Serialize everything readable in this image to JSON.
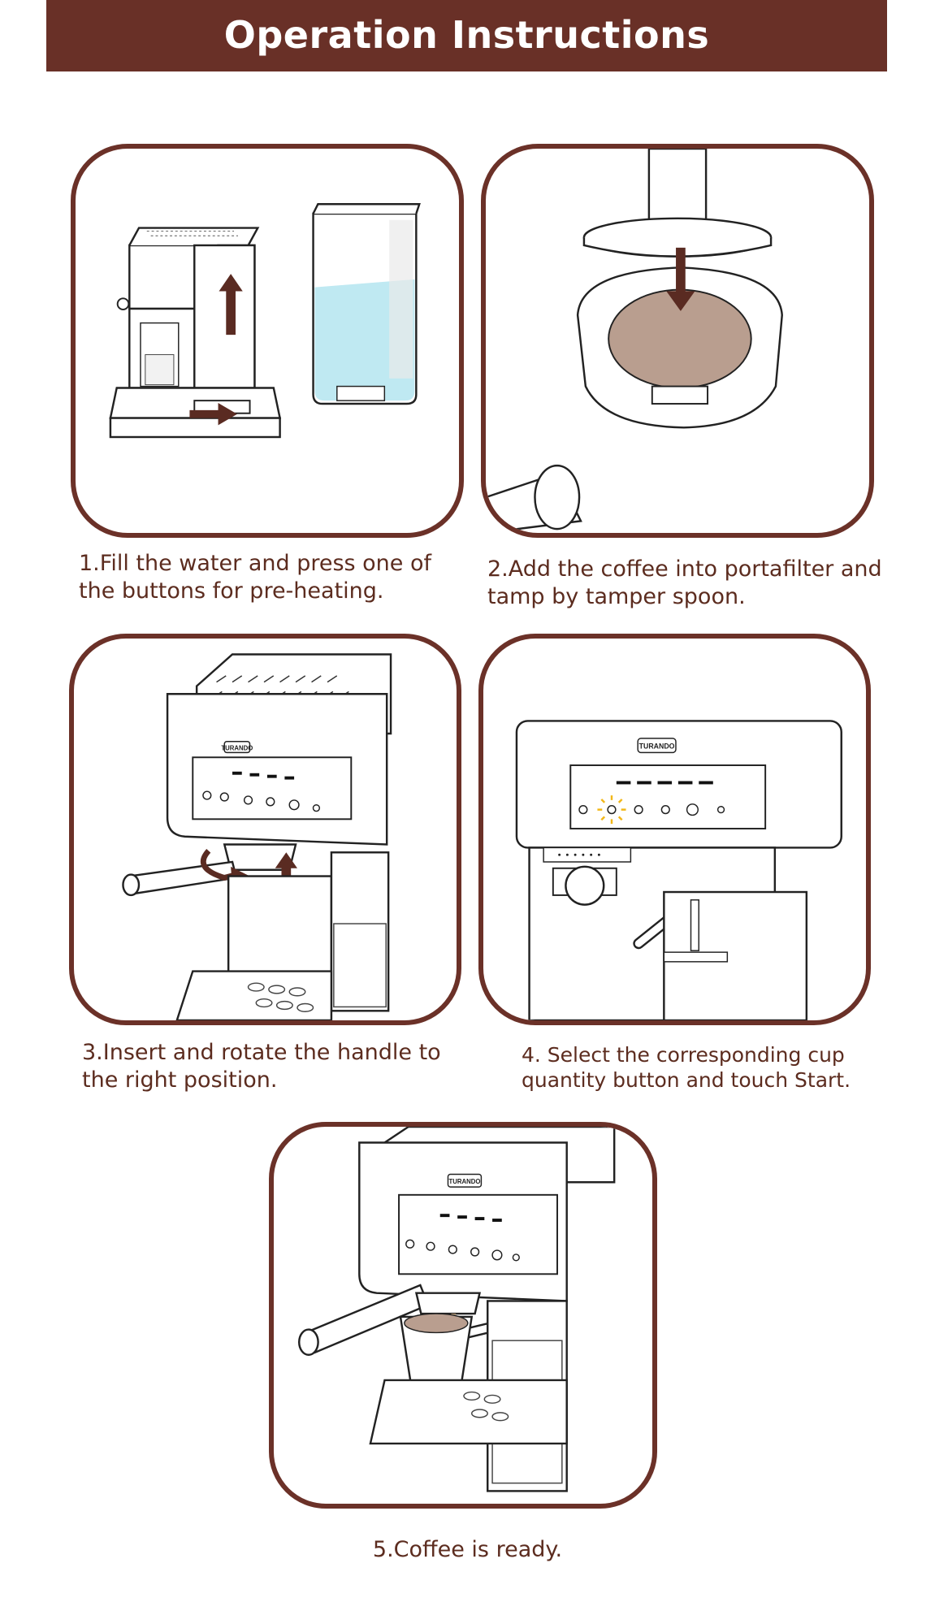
{
  "header": {
    "title": "Operation Instructions"
  },
  "steps": [
    {
      "caption_line1": "1.Fill the water and press one of",
      "caption_line2": "the buttons for pre-heating."
    },
    {
      "caption_line1": "2.Add the coffee into portafilter and",
      "caption_line2": "tamp by tamper spoon."
    },
    {
      "caption_line1": "3.Insert and rotate the handle to",
      "caption_line2": "the right position."
    },
    {
      "caption_line1": "4. Select the corresponding cup",
      "caption_line2": "quantity button and touch Start."
    },
    {
      "caption": "5.Coffee is ready."
    }
  ],
  "brand": {
    "logo_text": "TURANDO"
  },
  "colors": {
    "header_bg": "#693027",
    "frame": "#6b3128",
    "text": "#5c2c1f",
    "water": "#bfe9f2",
    "coffee_grounds": "#b99e8f",
    "arrow": "#5a2b22",
    "highlight": "#f2b718"
  }
}
